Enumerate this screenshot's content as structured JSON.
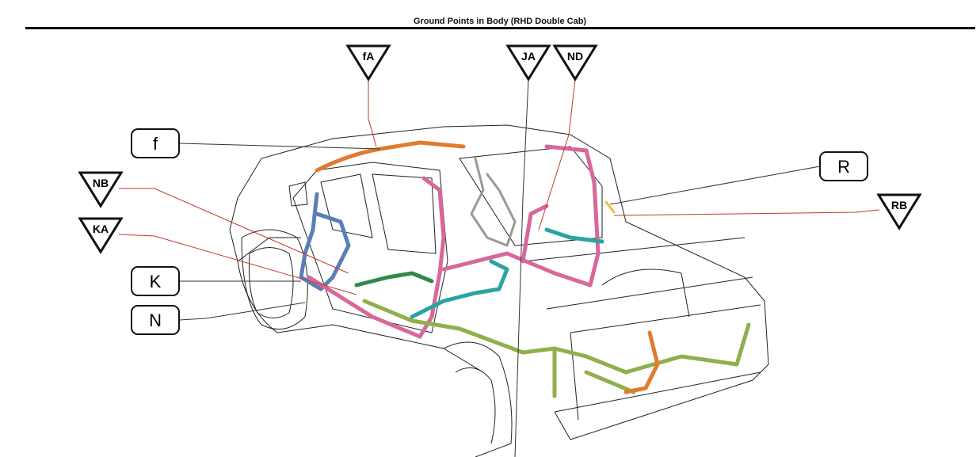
{
  "title": "Ground Points in Body (RHD Double Cab)",
  "triangle_labels": [
    "fA",
    "JA",
    "ND",
    "NB",
    "KA",
    "RB"
  ],
  "box_labels": [
    "f",
    "R",
    "K",
    "N"
  ],
  "colors": {
    "red_leader": "#c0392b",
    "pink": "#d8679a",
    "blue": "#5b7fb5",
    "green": "#8fb04a",
    "teal": "#2aa3a3",
    "orange": "#e07b30",
    "dkgreen": "#2f8a4a"
  }
}
